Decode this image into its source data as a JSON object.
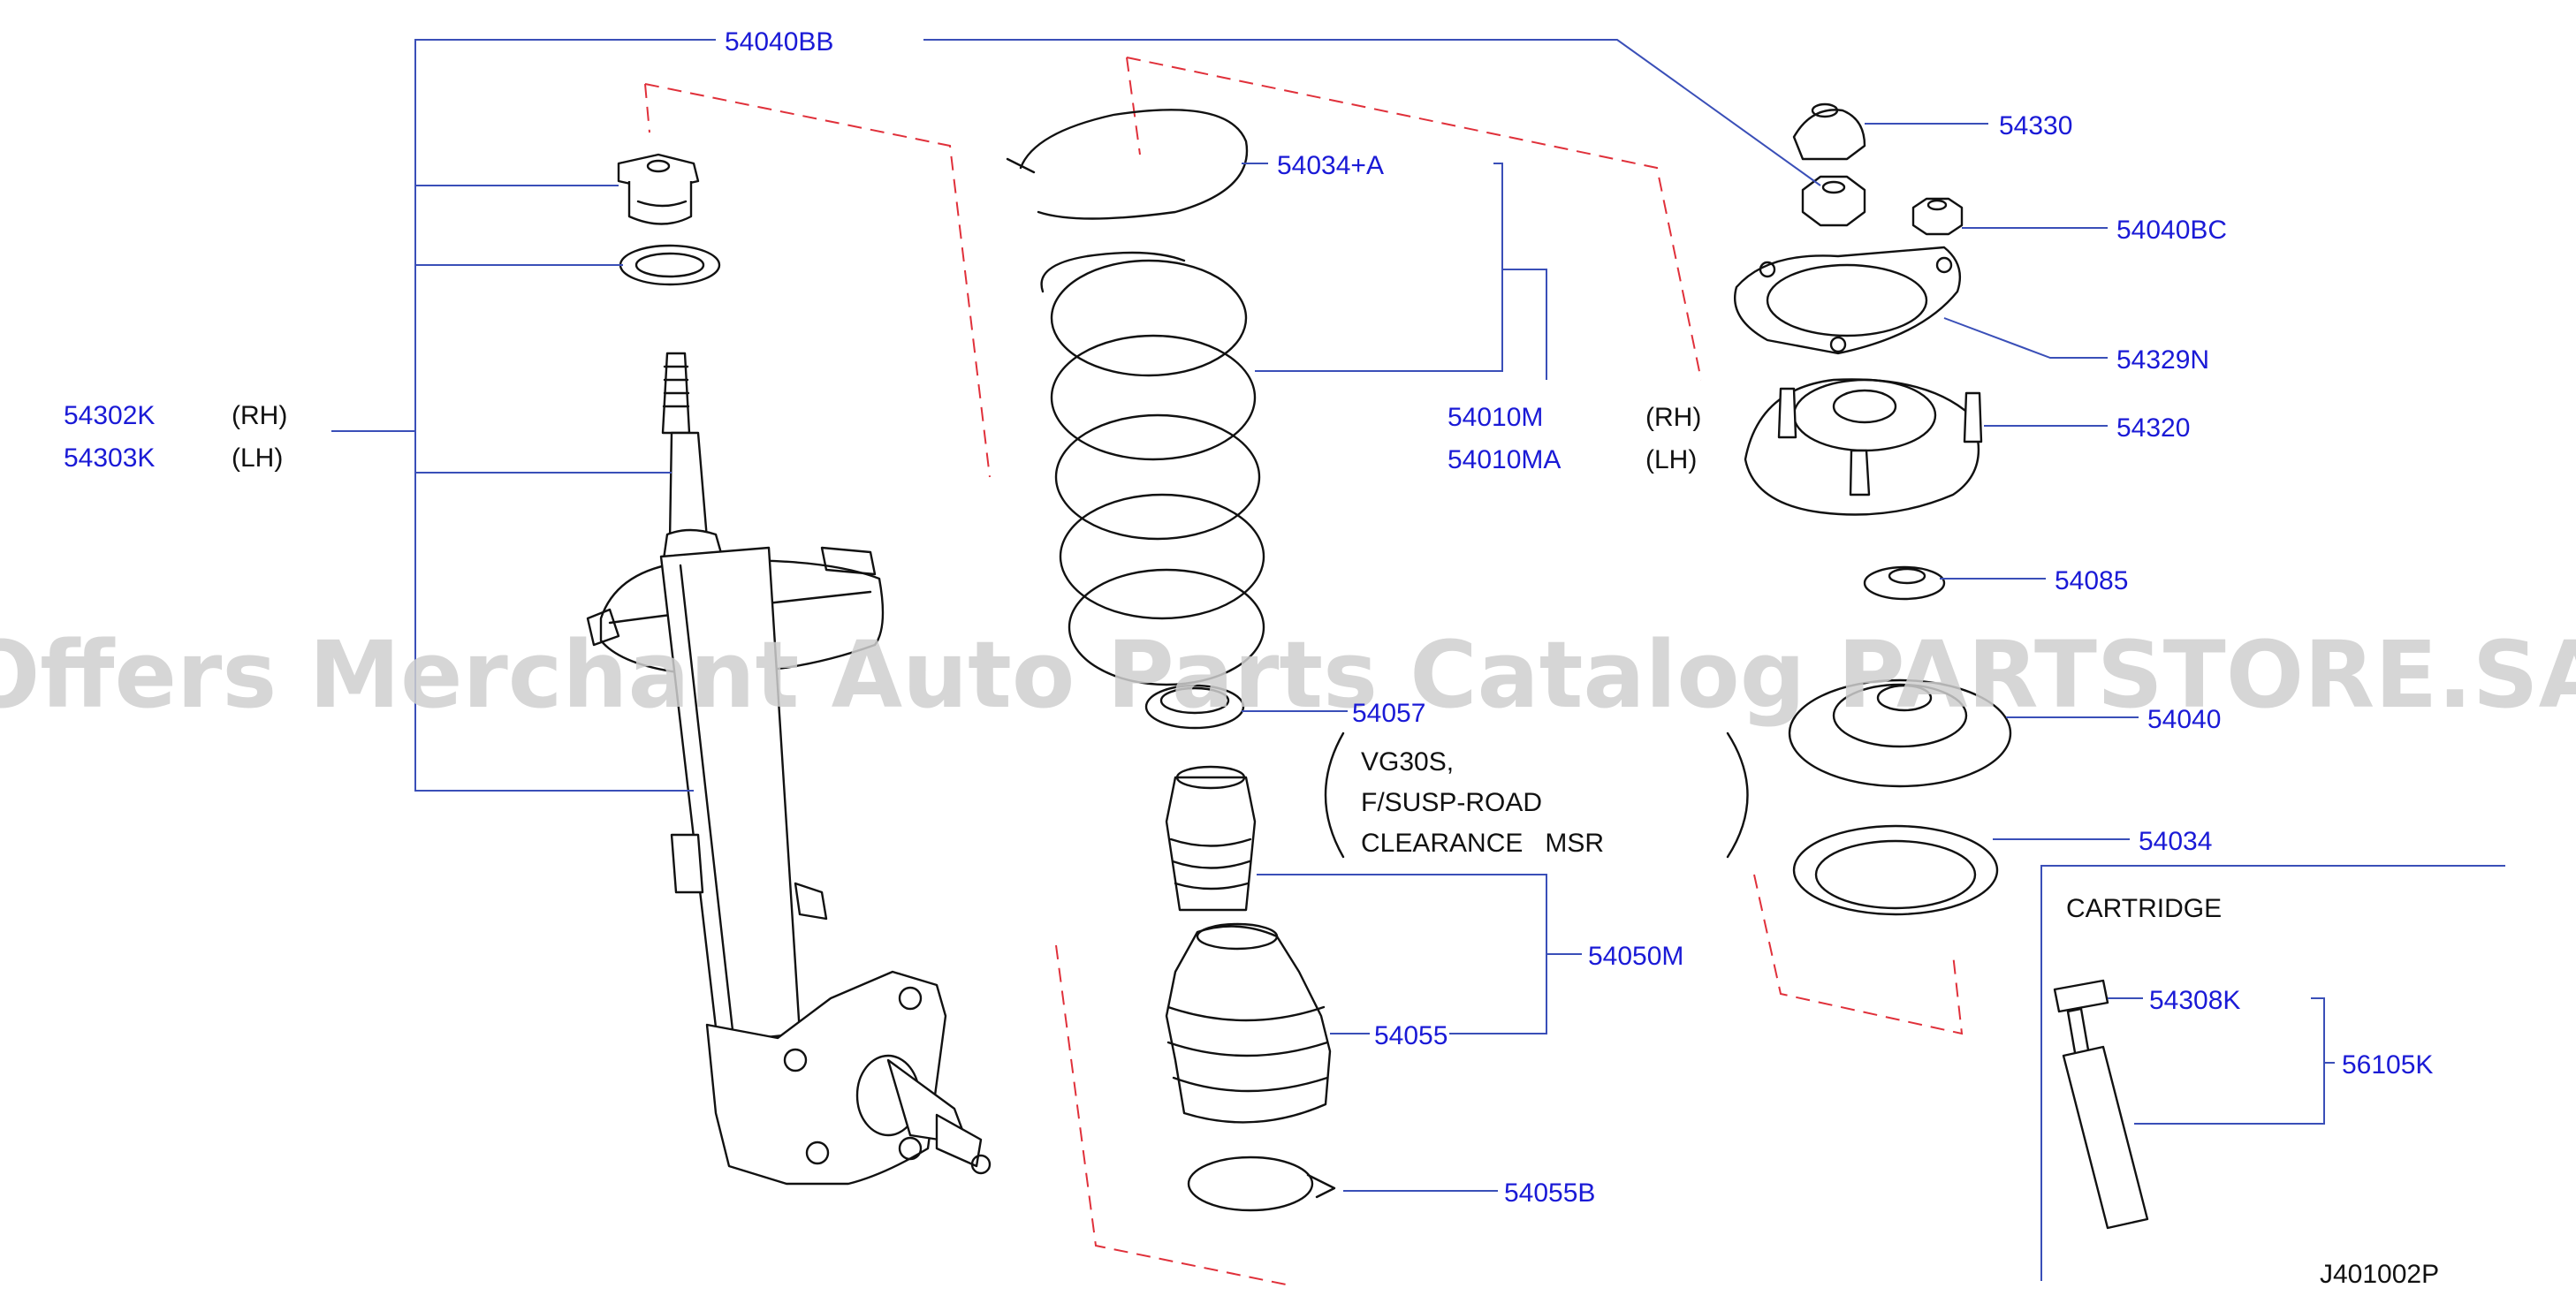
{
  "watermark": "Offers Merchant Auto Parts Catalog PARTSTORE.SA",
  "diagram_id": "J401002P",
  "colors": {
    "part_label": "#1a1ad6",
    "leader": "#3a4fb8",
    "dash": "#e0303a",
    "ink": "#111111",
    "watermark": "#cfcfcf"
  },
  "labels": {
    "p54040BB": "54040BB",
    "p54302K": "54302K",
    "p54303K": "54303K",
    "rh": "(RH)",
    "lh": "(LH)",
    "p54034A": "54034+A",
    "p54010M": "54010M",
    "p54010MA": "54010MA",
    "p54330": "54330",
    "p54040BC": "54040BC",
    "p54329N": "54329N",
    "p54320": "54320",
    "p54085": "54085",
    "p54057": "54057",
    "p54040": "54040",
    "p54034": "54034",
    "p54050M": "54050M",
    "p54055": "54055",
    "p54055B": "54055B",
    "p54308K": "54308K",
    "p56105K": "56105K"
  },
  "note": {
    "line1": "VG30S,",
    "line2": "F/SUSP-ROAD",
    "line3": "CLEARANCE   MSR"
  },
  "cartridge_label": "CARTRIDGE"
}
